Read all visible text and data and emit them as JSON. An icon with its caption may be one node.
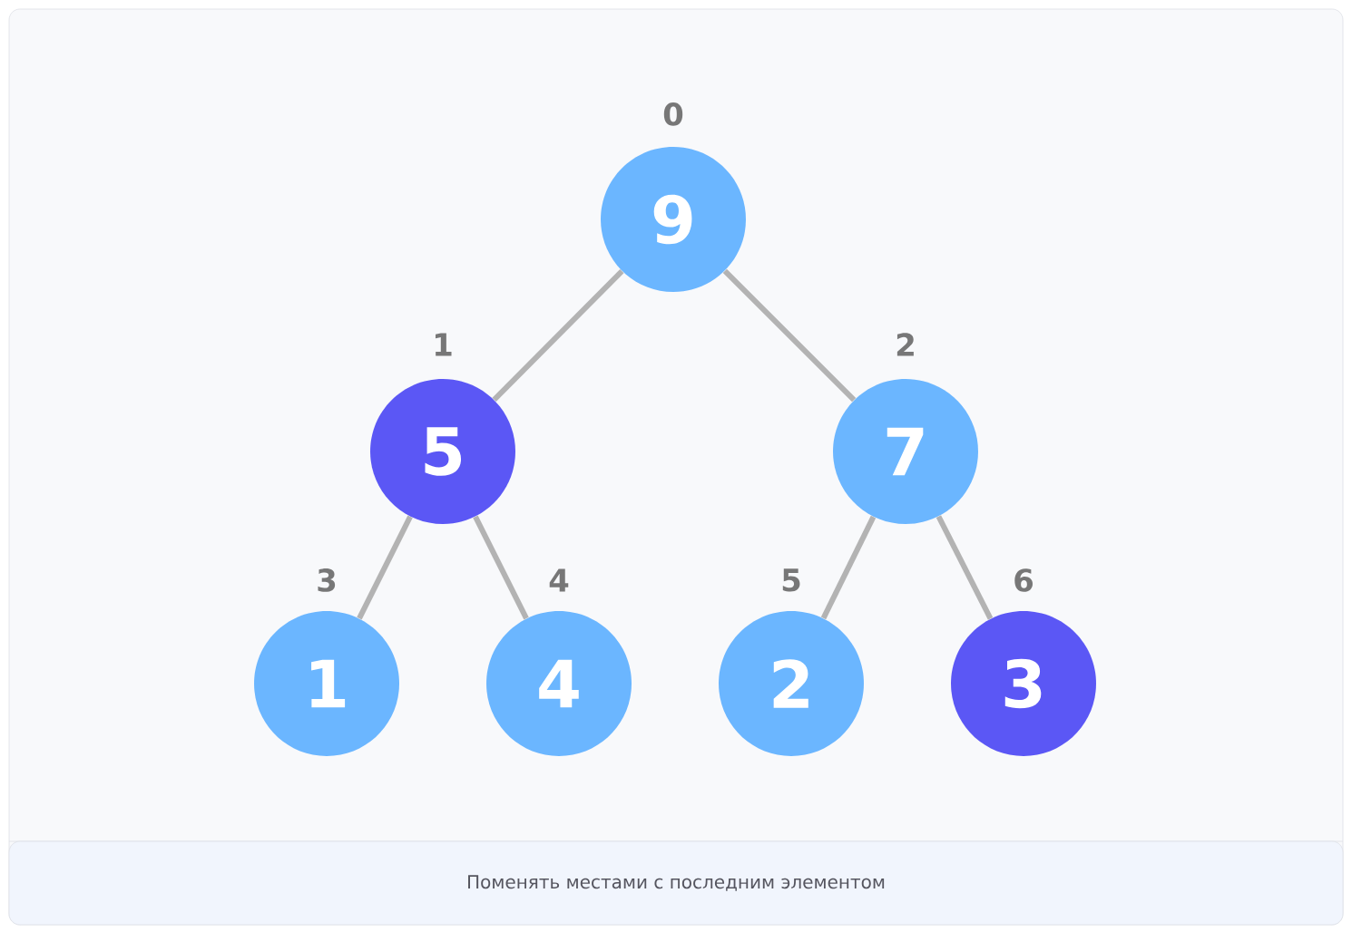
{
  "diagram": {
    "caption": "Поменять местами с последним элементом",
    "nodes": [
      {
        "text": [
          "9"
        ],
        "beside": [
          "0"
        ]
      },
      {
        "text": [
          "5"
        ],
        "beside": [
          "1"
        ]
      },
      {
        "text": [
          "7"
        ],
        "beside": [
          "2"
        ]
      },
      {
        "text": [
          "1"
        ],
        "beside": [
          "3"
        ]
      },
      {
        "text": [
          "4"
        ],
        "beside": [
          "4"
        ]
      },
      {
        "text": [
          "2"
        ],
        "beside": [
          "5"
        ]
      },
      {
        "text": [
          "3"
        ],
        "beside": [
          "6"
        ]
      }
    ],
    "edges": [
      {
        "from": 0,
        "to": 1,
        "arrow": "none"
      },
      {
        "from": 0,
        "to": 2,
        "arrow": "none"
      },
      {
        "from": 1,
        "to": 3,
        "arrow": "none"
      },
      {
        "from": 1,
        "to": 4,
        "arrow": "none"
      },
      {
        "from": 2,
        "to": 5,
        "arrow": "none"
      },
      {
        "from": 2,
        "to": 6,
        "arrow": "none"
      }
    ]
  }
}
